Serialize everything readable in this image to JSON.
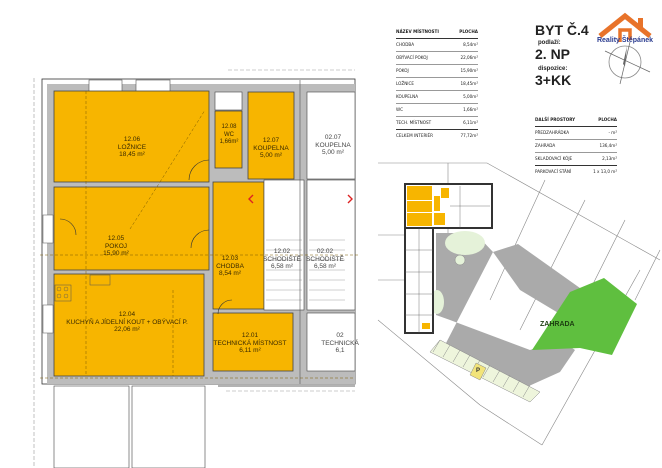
{
  "floor_plan": {
    "rooms": [
      {
        "id": "12.06",
        "name": "LOŽNICE",
        "area": "18,45 m²"
      },
      {
        "id": "12.08",
        "name": "WC",
        "area": "1,66m²"
      },
      {
        "id": "12.07",
        "name": "KOUPELNA",
        "area": "5,00 m²"
      },
      {
        "id": "02.07",
        "name": "KOUPELNA",
        "area": "5,00 m²"
      },
      {
        "id": "12.05",
        "name": "POKOJ",
        "area": "15,90 m²"
      },
      {
        "id": "12.03",
        "name": "CHODBA",
        "area": "8,54 m²"
      },
      {
        "id": "12.02",
        "name": "SCHODIŠTĚ",
        "area": "6,58 m²"
      },
      {
        "id": "02.02",
        "name": "SCHODIŠTĚ",
        "area": "6,58 m²"
      },
      {
        "id": "12.04",
        "name": "KUCHYŇ A JÍDELNÍ KOUT + OBÝVACÍ P.",
        "area": "22,06 m²"
      },
      {
        "id": "12.01",
        "name": "TECHNICKÁ MÍSTNOST",
        "area": "6,11 m²"
      },
      {
        "id": "02",
        "name": "TECHNICKÁ",
        "area": "6,1"
      }
    ]
  },
  "room_table": {
    "headers": [
      "NÁZEV MÍSTNOSTI",
      "PLOCHA"
    ],
    "rows": [
      [
        "CHODBA",
        "8,54m²"
      ],
      [
        "OBÝVACÍ POKOJ",
        "22,06m²"
      ],
      [
        "POKOJ",
        "15,90m²"
      ],
      [
        "LOŽNICE",
        "18,45m²"
      ],
      [
        "KOUPELNA",
        "5,00m²"
      ],
      [
        "WC",
        "1,66m²"
      ],
      [
        "TECH. MÍSTNOST",
        "6,11m²"
      ],
      [
        "CELKEM INTERIÉR",
        "77,72m²"
      ]
    ]
  },
  "apartment": {
    "title": "BYT Č.4",
    "floor_label": "podlaží:",
    "floor_value": "2. NP",
    "layout_label": "dispozice:",
    "layout_value": "3+KK"
  },
  "extra_table": {
    "headers": [
      "DALŠÍ PROSTORY",
      "PLOCHA"
    ],
    "rows": [
      [
        "PŘEDZAHRÁDKA",
        "- m²"
      ],
      [
        "ZAHRADA",
        "136,4m²"
      ],
      [
        "SKLADOVACÍ KÓJE",
        "2,13m²"
      ],
      [
        "PARKOVACÍ STÁNÍ",
        "1 x 13,0 m²"
      ]
    ]
  },
  "logo": {
    "text": "Reality Štěpánek",
    "color": "#e8732a",
    "text_color": "#2a3b8f"
  },
  "site_plan": {
    "garden_label": "ZAHRADA",
    "parking_label": "P"
  },
  "colors": {
    "room_fill": "#f7b500",
    "garden": "#5fbf3f",
    "parking": "#f2e47a",
    "wall": "#b5b5b5"
  }
}
